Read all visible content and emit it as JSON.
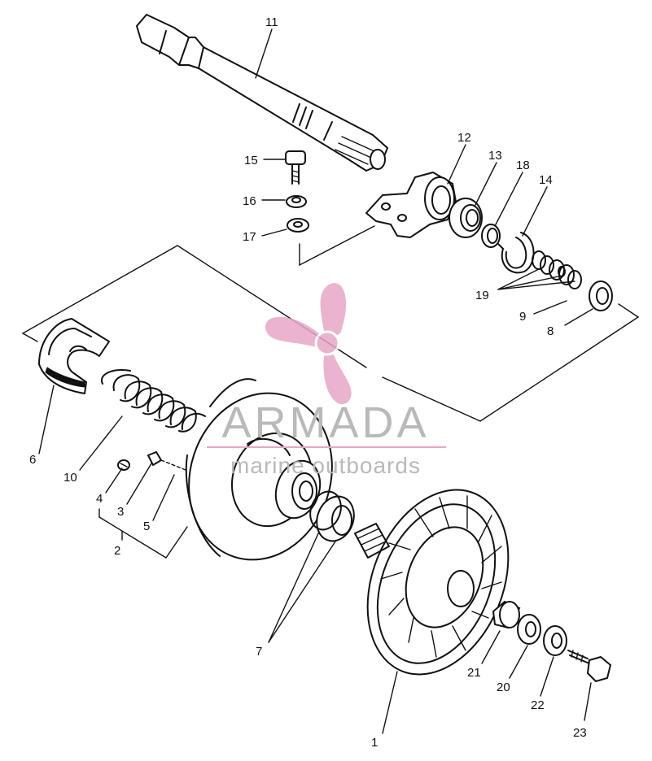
{
  "callouts": {
    "p1": "1",
    "p2": "2",
    "p3": "3",
    "p4": "4",
    "p5": "5",
    "p6": "6",
    "p7": "7",
    "p8": "8",
    "p9": "9",
    "p10": "10",
    "p11": "11",
    "p12": "12",
    "p13": "13",
    "p14": "14",
    "p15": "15",
    "p16": "16",
    "p17": "17",
    "p18": "18",
    "p19": "19",
    "p20": "20",
    "p21": "21",
    "p22": "22",
    "p23": "23"
  },
  "watermark": {
    "brand": "ARMADA",
    "tagline": "marine outboards",
    "logo_icon": "propeller-icon",
    "logo_color": "#e7a6c6",
    "text_color": "#b9b9b9"
  },
  "colors": {
    "ink": "#111111",
    "background": "#ffffff"
  }
}
